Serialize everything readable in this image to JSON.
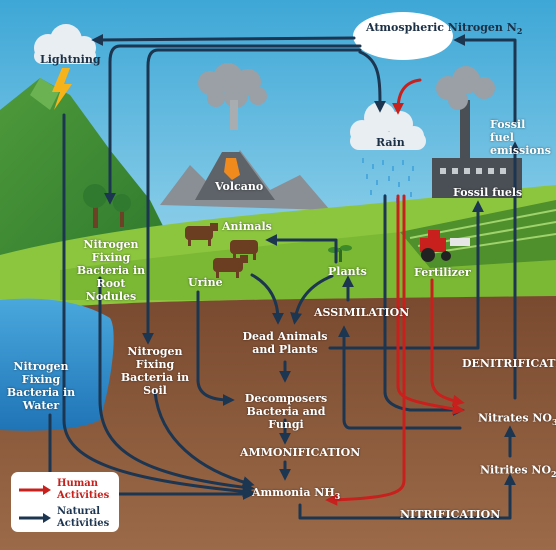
{
  "labels": {
    "atmospheric_nitrogen": "Atmospheric Nitrogen N",
    "atmospheric_nitrogen_sub": "2",
    "lightning": "Lightning",
    "volcano": "Volcano",
    "rain": "Rain",
    "fossil_fuel_emissions": "Fossil fuel emissions",
    "fossil_fuels": "Fossil fuels",
    "animals": "Animals",
    "urine": "Urine",
    "plants": "Plants",
    "fertilizer": "Fertilizer",
    "nfb_root_nodules": "Nitrogen Fixing Bacteria in Root Nodules",
    "nfb_soil": "Nitrogen Fixing Bacteria in Soil",
    "nfb_water": "Nitrogen Fixing Bacteria in Water",
    "assimilation": "ASSIMILATION",
    "dead_animals_plants": "Dead Animals and Plants",
    "decomposers": "Decomposers Bacteria and Fungi",
    "ammonification": "AMMONIFICATION",
    "ammonia": "Ammonia NH",
    "ammonia_sub": "3",
    "nitrification": "NITRIFICATION",
    "denitrification": "DENITRIFICATION",
    "nitrates": "Nitrates NO",
    "nitrates_sub": "3",
    "nitrates_suffix": "-",
    "nitrites": "Nitrites NO",
    "nitrites_sub": "2",
    "nitrites_suffix": "-"
  },
  "legend": {
    "human": "Human Activities",
    "natural": "Natural Activities"
  },
  "colors": {
    "human_arrow": "#c8201c",
    "natural_arrow": "#1c3550",
    "sky": "#5db4d9",
    "soil": "#8b5a3c",
    "grass": "#7fbe36",
    "water": "#2f8fcf"
  }
}
